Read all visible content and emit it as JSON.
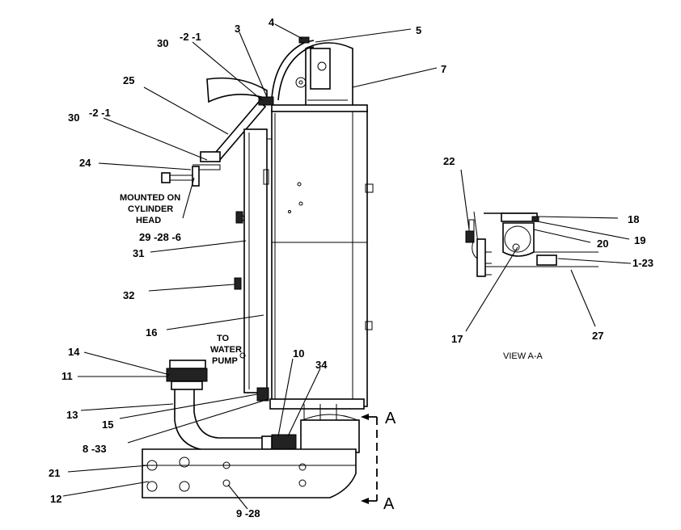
{
  "callouts": {
    "c3": "3",
    "c4": "4",
    "c5": "5",
    "c7": "7",
    "c30a_main": "30",
    "c30a_sub": "-2 -1",
    "c25": "25",
    "c30b_main": "30",
    "c30b_sub": "-2 -1",
    "c24": "24",
    "c29": "29 -28 -6",
    "c31": "31",
    "c32": "32",
    "c16": "16",
    "c14": "14",
    "c11": "11",
    "c13": "13",
    "c15": "15",
    "c10": "10",
    "c34": "34",
    "c8": "8 -33",
    "c21": "21",
    "c12": "12",
    "c9": "9 -28",
    "c22": "22",
    "c18": "18",
    "c19": "19",
    "c20": "20",
    "c1": "1-23",
    "c17": "17",
    "c27": "27"
  },
  "notes": {
    "mounted_line1": "MOUNTED ON",
    "mounted_line2": "CYLINDER",
    "mounted_line3": "HEAD",
    "water_line1": "TO",
    "water_line2": "WATER",
    "water_line3": "PUMP"
  },
  "view_label": "VIEW A-A",
  "section_marker": {
    "top": "A",
    "bottom": "A"
  }
}
